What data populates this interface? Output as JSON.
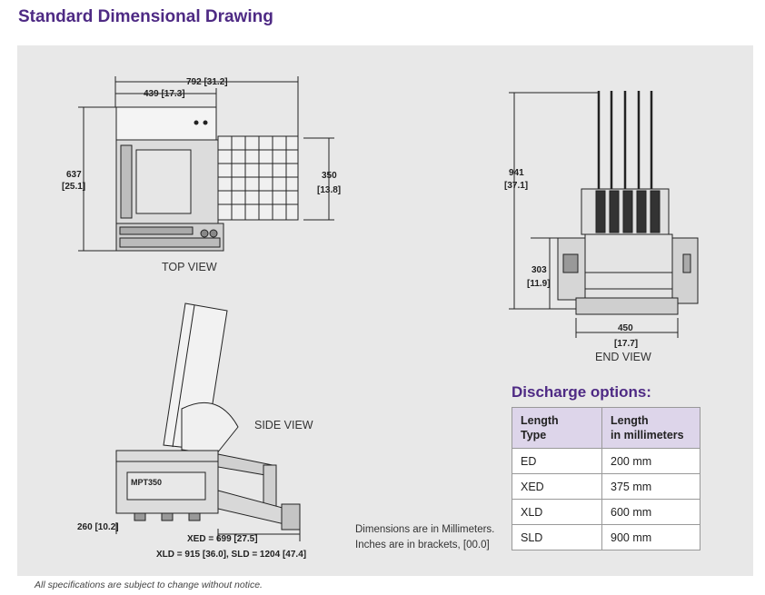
{
  "page": {
    "title": "Standard Dimensional Drawing",
    "footer": "All specifications are subject to change without notice."
  },
  "drawing": {
    "top_view": {
      "label": "TOP VIEW",
      "dim_overall_width": "792  [31.2]",
      "dim_body_width": "439  [17.3]",
      "dim_depth_mm": "637",
      "dim_depth_in": "[25.1]",
      "dim_bin_depth_mm": "350",
      "dim_bin_depth_in": "[13.8]"
    },
    "end_view": {
      "label": "END VIEW",
      "dim_height_mm": "941",
      "dim_height_in": "[37.1]",
      "dim_base_height_mm": "303",
      "dim_base_height_in": "[11.9]",
      "dim_width_mm": "450",
      "dim_width_in": "[17.7]"
    },
    "side_view": {
      "label": "SIDE VIEW",
      "machine_text": "MPT350",
      "dim_left": "260  [10.2]",
      "dim_xed": "XED = 699    [27.5]",
      "dim_xld_sld": "XLD = 915 [36.0],  SLD = 1204 [47.4]"
    },
    "units_note_1": "Dimensions are in Millimeters.",
    "units_note_2": "Inches are in brackets, [00.0]"
  },
  "discharge": {
    "title": "Discharge options:",
    "headers": [
      [
        "Length",
        "Type"
      ],
      [
        "Length",
        "in millimeters"
      ]
    ],
    "rows": [
      [
        "ED",
        "200 mm"
      ],
      [
        "XED",
        "375 mm"
      ],
      [
        "XLD",
        "600 mm"
      ],
      [
        "SLD",
        "900 mm"
      ]
    ]
  },
  "colors": {
    "accent": "#4e2a84",
    "panel_bg": "#e8e8e8",
    "table_header_bg": "#ddd5ea"
  }
}
